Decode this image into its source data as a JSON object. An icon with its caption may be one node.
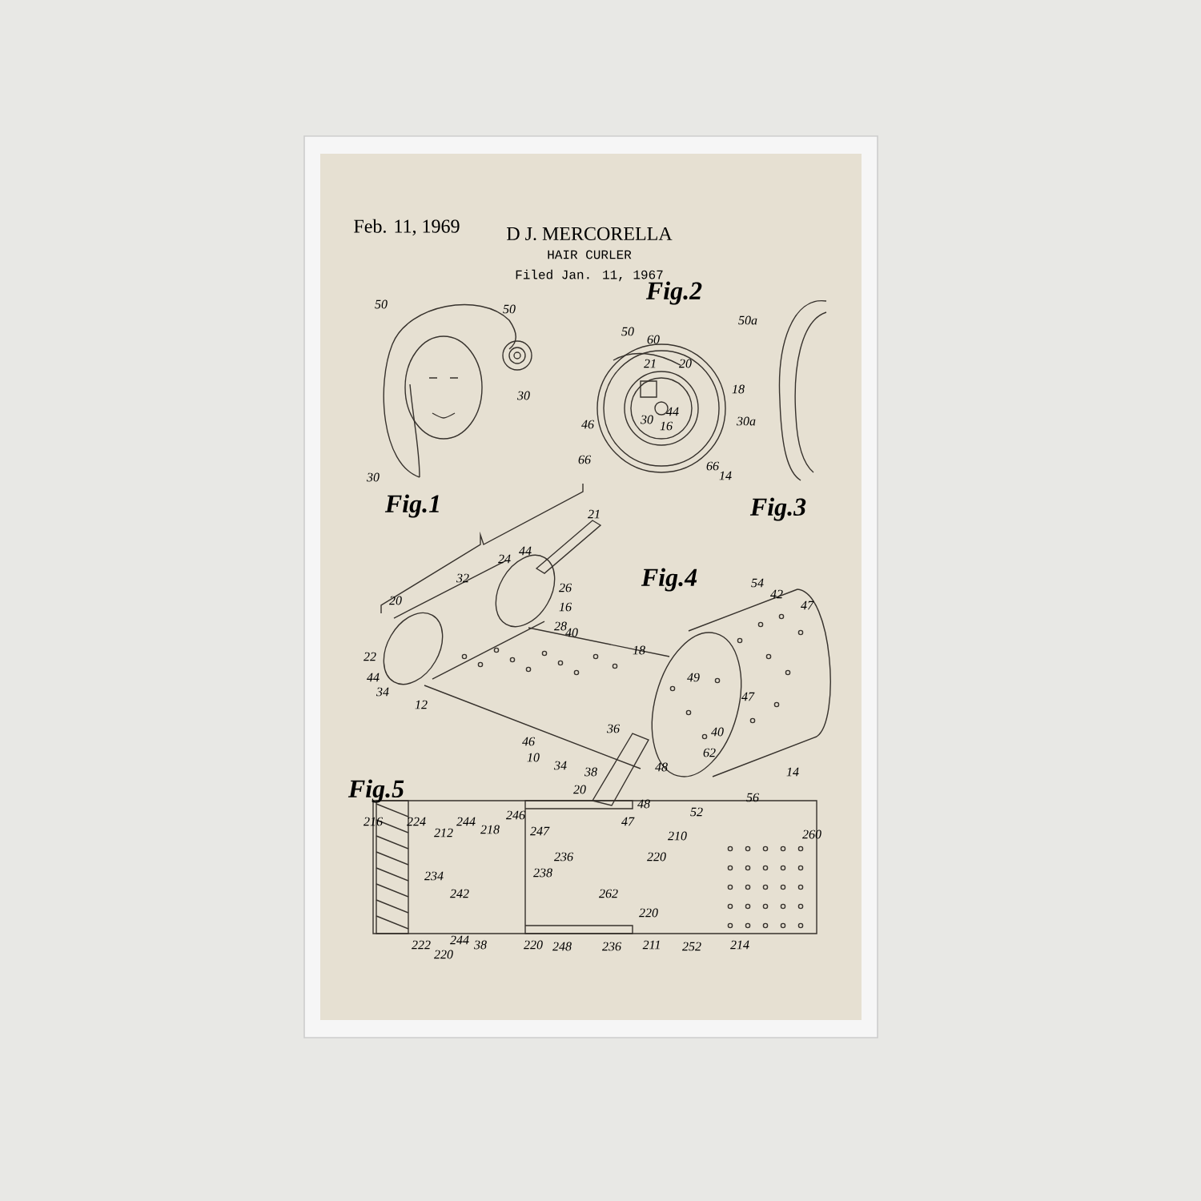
{
  "diagram": {
    "title": "HAIR CURLER",
    "labels": [
      "Feb. 11, 1969",
      "D J. MERCORELLA",
      "Filed Jan. 11, 1967",
      "Fig.1",
      "Fig.2",
      "Fig.3",
      "Fig.4",
      "Fig.5",
      "50",
      "50",
      "30",
      "30",
      "50",
      "60",
      "21",
      "20",
      "18",
      "46",
      "30",
      "44",
      "16",
      "66",
      "66",
      "14",
      "50a",
      "30a",
      "21",
      "24",
      "44",
      "32",
      "26",
      "16",
      "28",
      "20",
      "40",
      "22",
      "18",
      "44",
      "34",
      "12",
      "54",
      "42",
      "47",
      "49",
      "47",
      "36",
      "40",
      "46",
      "10",
      "34",
      "48",
      "38",
      "62",
      "14",
      "20",
      "48",
      "47",
      "52",
      "56",
      "216",
      "224",
      "212",
      "244",
      "218",
      "246",
      "247",
      "210",
      "260",
      "236",
      "220",
      "234",
      "238",
      "242",
      "262",
      "220",
      "222",
      "220",
      "244",
      "38",
      "220",
      "248",
      "236",
      "211",
      "252",
      "214"
    ]
  }
}
